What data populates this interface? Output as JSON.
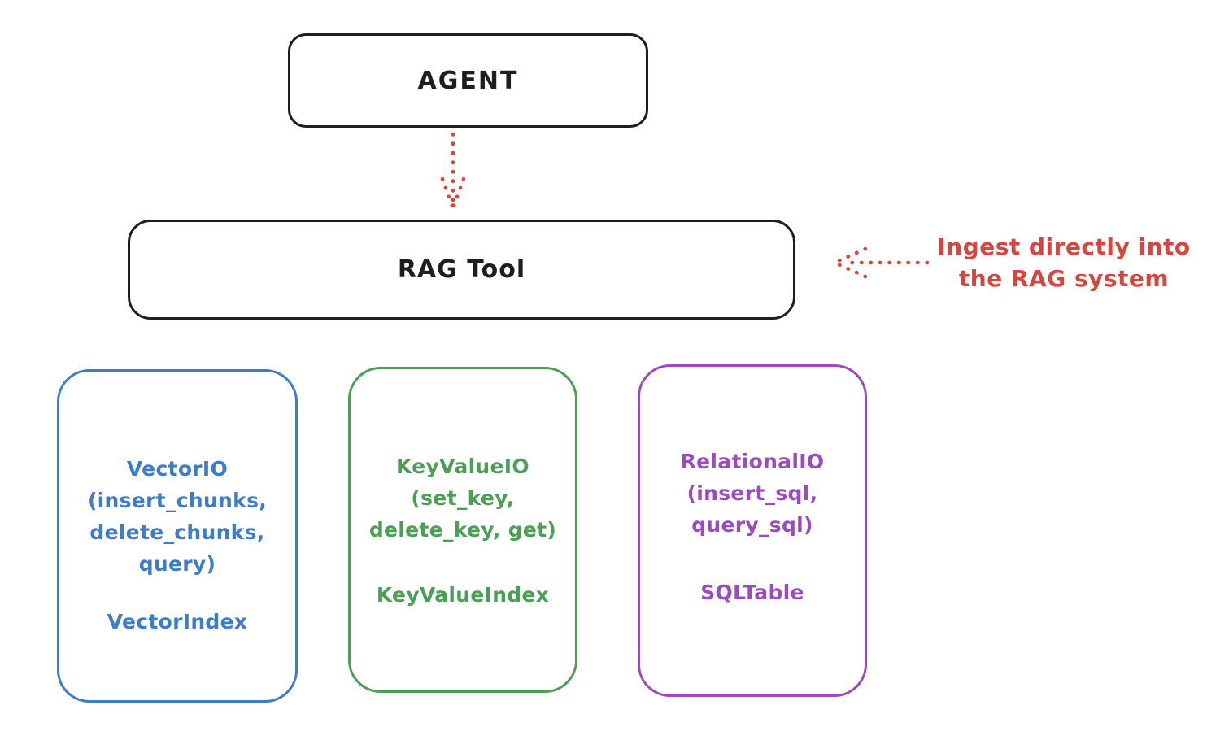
{
  "colors": {
    "stroke": "#1e1e1e",
    "red": "#d4463e",
    "blue": "#3d7cc9",
    "green": "#4a9f55",
    "purple": "#9b4ac0",
    "bg": "#ffffff"
  },
  "agent": {
    "label": "AGENT"
  },
  "rag_tool": {
    "label": "RAG Tool"
  },
  "annotation": {
    "line1": "Ingest directly into",
    "line2": "the RAG system"
  },
  "boxes": {
    "vector": {
      "title": "VectorIO",
      "m1": "(insert_chunks,",
      "m2": "delete_chunks,",
      "m3": "query)",
      "index": "VectorIndex"
    },
    "keyvalue": {
      "title": "KeyValueIO",
      "m1": "(set_key,",
      "m2": "delete_key, get)",
      "index": "KeyValueIndex"
    },
    "relational": {
      "title": "RelationalIO",
      "m1": "(insert_sql,",
      "m2": "query_sql)",
      "index": "SQLTable"
    }
  }
}
